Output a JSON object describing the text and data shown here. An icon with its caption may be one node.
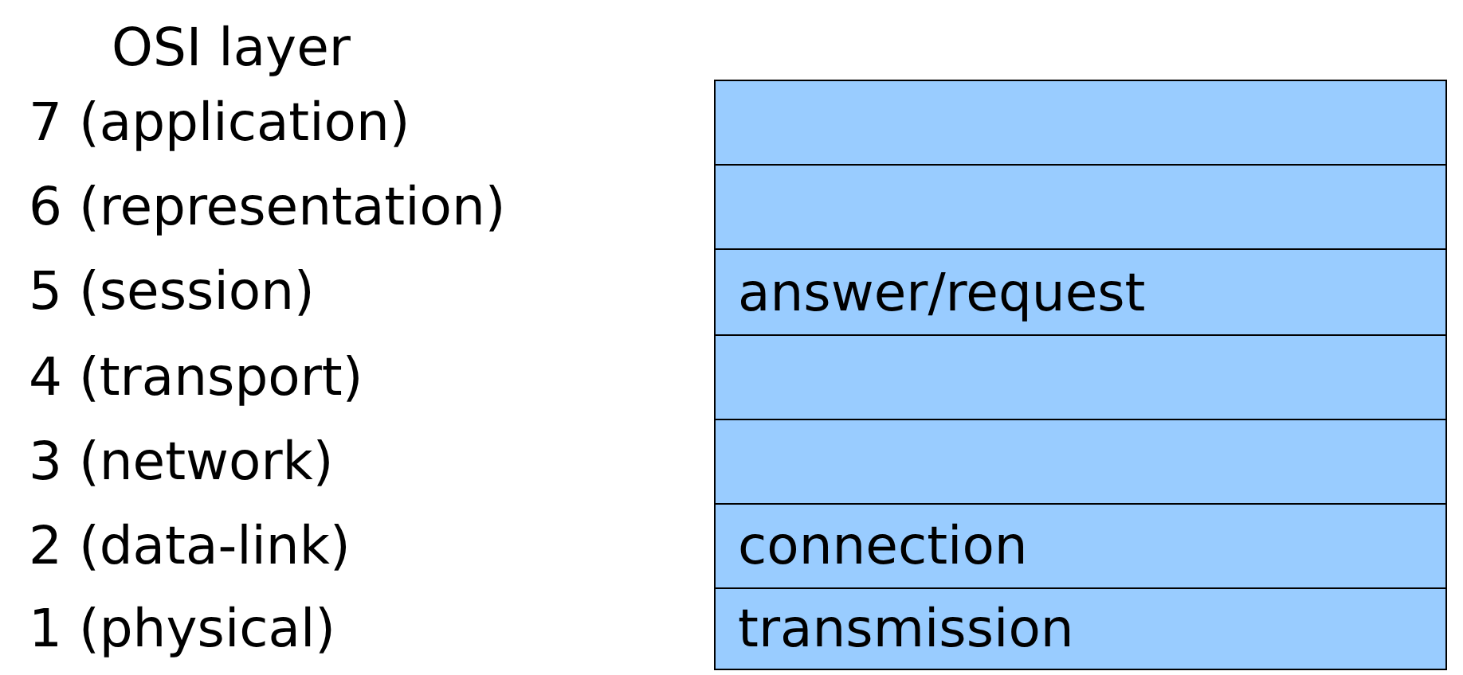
{
  "diagram": {
    "nodes": [
      {
        "text": [],
        "shape": "box"
      },
      {
        "text": [],
        "shape": "box"
      },
      {
        "text": [
          "answer/request"
        ]
      },
      {
        "text": [],
        "shape": "box"
      },
      {
        "text": [],
        "shape": "box"
      },
      {
        "text": [
          "connection"
        ]
      },
      {
        "text": [
          "transmission"
        ]
      }
    ],
    "edges": [],
    "labels": [
      "OSI layer",
      "7 (application)",
      "6 (representation)",
      "5 (session)",
      "4 (transport)",
      "3 (network)",
      "2 (data-link)",
      "1 (physical)"
    ]
  }
}
